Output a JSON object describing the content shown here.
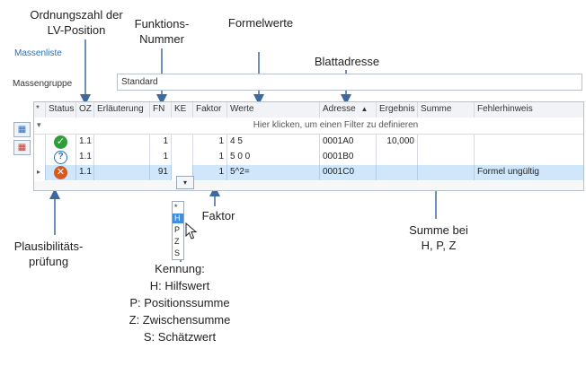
{
  "callouts": {
    "ordnungszahl": "Ordnungszahl der\nLV-Position",
    "funktionsnummer": "Funktions-\nNummer",
    "formelwerte": "Formelwerte",
    "blattadresse": "Blattadresse",
    "faktor": "Faktor",
    "plausibilitaet": "Plausibilitäts-\nprüfung",
    "summe": "Summe  bei\nH, P, Z",
    "kennung": "Kennung:\nH: Hilfswert\nP: Positionssumme\nZ: Zwischensumme\nS: Schätzwert"
  },
  "tab": {
    "label": "Massenliste"
  },
  "group": {
    "label": "Massengruppe",
    "value": "Standard"
  },
  "grid": {
    "columns": [
      "*",
      "Status",
      "OZ",
      "Erläuterung",
      "FN",
      "KE",
      "Faktor",
      "Werte",
      "Adresse",
      "Ergebnis",
      "Summe",
      "Fehlerhinweis"
    ],
    "sort_arrow": "▲",
    "filter_pin": "▾",
    "filter_text": "Hier klicken, um einen Filter zu definieren",
    "rows": [
      {
        "status": "ok",
        "oz": "1.1",
        "erlaeuterung": "",
        "fn": "1",
        "ke": "",
        "faktor": "1",
        "werte": "4 5",
        "adresse": "0001A0",
        "ergebnis": "10,000",
        "summe": "",
        "fehlerhinweis": ""
      },
      {
        "status": "info",
        "oz": "1.1",
        "erlaeuterung": "",
        "fn": "1",
        "ke": "",
        "faktor": "1",
        "werte": "5 0 0",
        "adresse": "0001B0",
        "ergebnis": "",
        "summe": "",
        "fehlerhinweis": ""
      },
      {
        "status": "error",
        "oz": "1.1",
        "erlaeuterung": "",
        "fn": "91",
        "ke": "",
        "faktor": "1",
        "werte": "5^2=",
        "adresse": "0001C0",
        "ergebnis": "",
        "summe": "",
        "fehlerhinweis": "Formel ungültig"
      }
    ]
  },
  "dropdown": {
    "button": "▾",
    "options": [
      "*",
      "H",
      "P",
      "Z",
      "S"
    ],
    "selected": "H"
  },
  "icons": {
    "ok": "✓",
    "info": "?",
    "error": "✕",
    "row_indicator": "▸"
  },
  "colors": {
    "link": "#2a6fb8",
    "selected_row": "#cfe6fb",
    "arrow": "#3d6a9e",
    "ok": "#2f9e3a",
    "error": "#d65a1f"
  }
}
